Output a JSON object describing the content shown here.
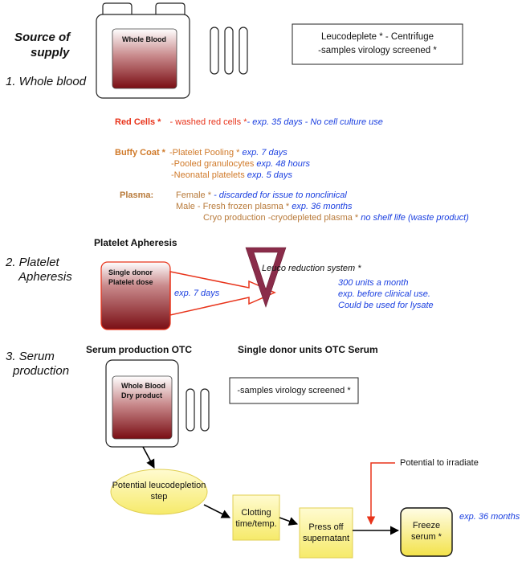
{
  "section1": {
    "source_title_1": "Source of",
    "source_title_2": "supply",
    "title": "1. Whole blood",
    "bag_label": "Whole Blood",
    "box_line1": "Leucodeplete * - Centrifuge",
    "box_line2": "-samples virology screened *",
    "red_cells": {
      "label": "Red Cells *",
      "item_prefix": "- washed red cells *",
      "item_note": "- exp. 35 days - No cell culture use"
    },
    "buffy_coat": {
      "label": "Buffy Coat *",
      "items": [
        {
          "text": "-Platelet Pooling *",
          "note": " exp. 7 days"
        },
        {
          "text": "-Pooled granulocytes",
          "note": " exp. 48 hours"
        },
        {
          "text": "-Neonatal platelets",
          "note": " exp. 5 days"
        }
      ]
    },
    "plasma": {
      "label": "Plasma:",
      "items": [
        {
          "text": "Female *",
          "note": " - discarded for issue to nonclinical"
        },
        {
          "text": "Male - Fresh frozen plasma *",
          "note": " exp. 36 months"
        },
        {
          "text": "Cryo production -cryodepleted plasma *",
          "note": " no shelf life (waste product)"
        }
      ]
    }
  },
  "section2": {
    "title_1": "2. Platelet",
    "title_2": "Apheresis",
    "header": "Platelet Apheresis",
    "bag_label_1": "Single donor",
    "bag_label_2": "Platelet dose",
    "exp": "exp. 7 days",
    "leuco": "Leuco reduction system *",
    "notes": [
      "300 units a month",
      "exp. before clinical use.",
      "Could be used for lysate"
    ]
  },
  "section3": {
    "title_1": "3. Serum",
    "title_2": "production",
    "header_left": "Serum production OTC",
    "header_right": "Single donor units OTC Serum",
    "bag_label_1": "Whole Blood",
    "bag_label_2": "Dry product",
    "screen_box": "-samples virology screened *",
    "irradiate": "Potential to irradiate",
    "ellipse_1": "Potential leucodepletion",
    "ellipse_2": "step",
    "clot_1": "Clotting",
    "clot_2": "time/temp.",
    "press_1": "Press off",
    "press_2": "supernatant",
    "freeze_1": "Freeze",
    "freeze_2": "serum *",
    "exp": "exp. 36 months"
  },
  "colors": {
    "red": "#e8331a",
    "blue": "#1a3fe0",
    "orange": "#d07a2a",
    "brown": "#b87a3a",
    "yellow": "#fdf6a0",
    "blood_dark": "#7a0e14"
  }
}
